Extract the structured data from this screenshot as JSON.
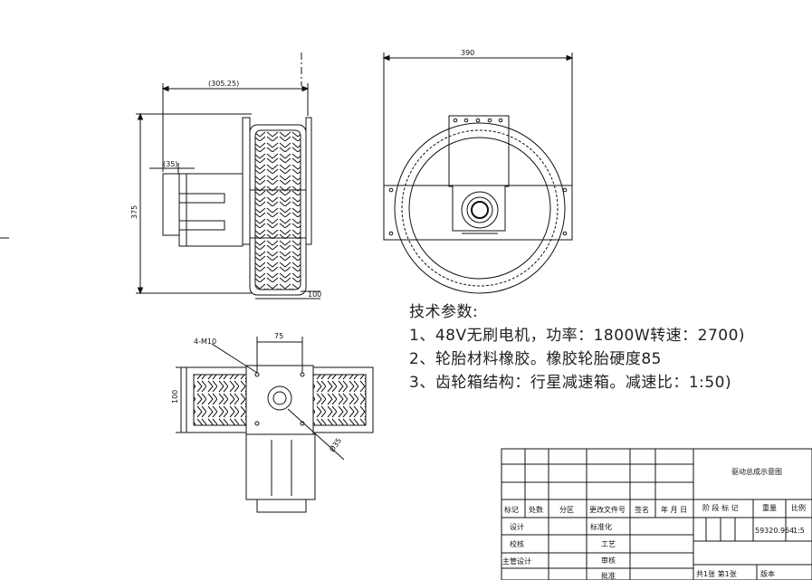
{
  "dimensions": {
    "side_width": "(305.25)",
    "side_offset": "(35)",
    "side_height": "375",
    "side_bottom": "100",
    "front_width": "390",
    "top_bolt": "4-M10",
    "top_spacing": "75",
    "top_height": "100",
    "top_shaft": "Ø35"
  },
  "tech_params": {
    "heading": "技术参数:",
    "lines": [
      "1、48V无刷电机，功率：1800W转速：2700)",
      "2、轮胎材料橡胶。橡胶轮胎硬度85",
      "3、齿轮箱结构：行星减速箱。减速比：1:50)"
    ]
  },
  "title_block": {
    "drawing_title": "驱动总成示意图",
    "col_headers": [
      "标记",
      "处数",
      "分区",
      "更改文件号",
      "签名",
      "年 月 日"
    ],
    "stage_label": "阶 段 标 记",
    "weight_label": "重量",
    "scale_label": "比例",
    "weight_value": "59320.954",
    "scale_value": "1:5",
    "left_roles": [
      "设计",
      "校核",
      "主管设计"
    ],
    "mid_roles": [
      "标准化",
      "工艺",
      "审核",
      "批准"
    ],
    "sheet_info": "共1张  第1张",
    "version_label": "版本"
  },
  "colors": {
    "line": "#111111",
    "text": "#222222"
  }
}
